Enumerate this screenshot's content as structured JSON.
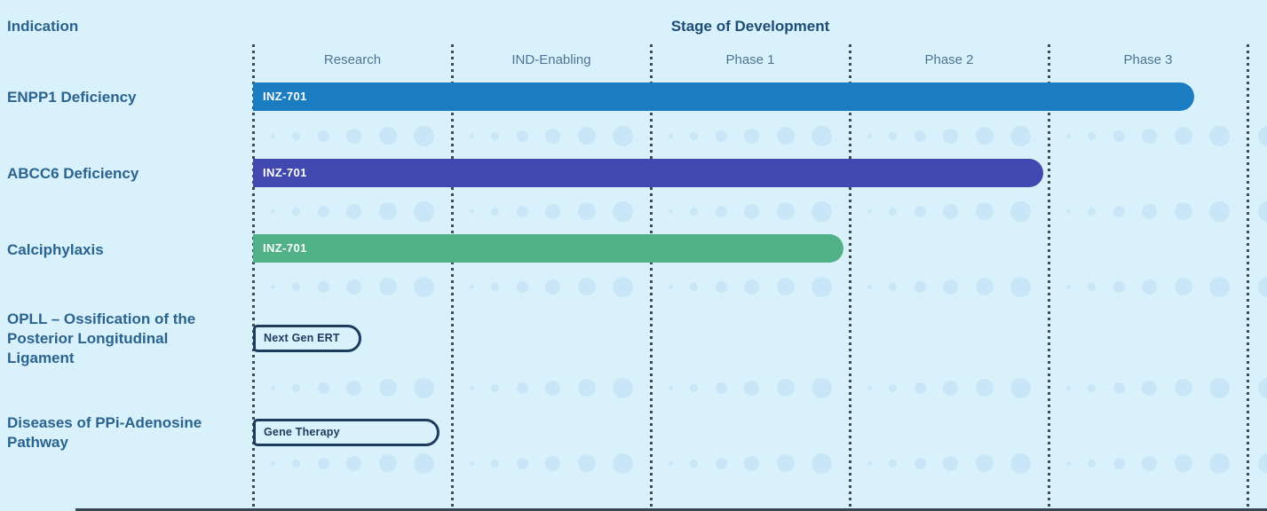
{
  "header": {
    "indication_label": "Indication",
    "stage_label": "Stage of Development"
  },
  "stages": [
    "Research",
    "IND-Enabling",
    "Phase 1",
    "Phase 2",
    "Phase 3"
  ],
  "rows": [
    {
      "indication": "ENPP1 Deficiency",
      "program": "INZ-701",
      "style": "filled-blue",
      "start_stage": "Research",
      "end_stage": "Phase 3"
    },
    {
      "indication": "ABCC6 Deficiency",
      "program": "INZ-701",
      "style": "filled-indigo",
      "start_stage": "Research",
      "end_stage": "Phase 2"
    },
    {
      "indication": "Calciphylaxis",
      "program": "INZ-701",
      "style": "filled-green",
      "start_stage": "Research",
      "end_stage": "Phase 1"
    },
    {
      "indication": "OPLL – Ossification of the Posterior Longitudinal Ligament",
      "program": "Next Gen ERT",
      "style": "outlined",
      "start_stage": "Research",
      "end_stage": "Research"
    },
    {
      "indication": "Diseases of PPi-Adenosine Pathway",
      "program": "Gene Therapy",
      "style": "outlined",
      "start_stage": "Research",
      "end_stage": "Research"
    }
  ],
  "colors": {
    "background": "#d9f1fa",
    "bar_blue": "#1a7dc2",
    "bar_indigo": "#4149b0",
    "bar_green": "#50b286",
    "label_text": "#2b6390",
    "stage_header_text": "#1d4c77",
    "column_header_text": "#4e7394",
    "dotted_line": "#3e4953",
    "dot_fill": "#c8e6f8",
    "pill_outline": "#1d3b5c",
    "bar_label_text": "#ffffff"
  }
}
